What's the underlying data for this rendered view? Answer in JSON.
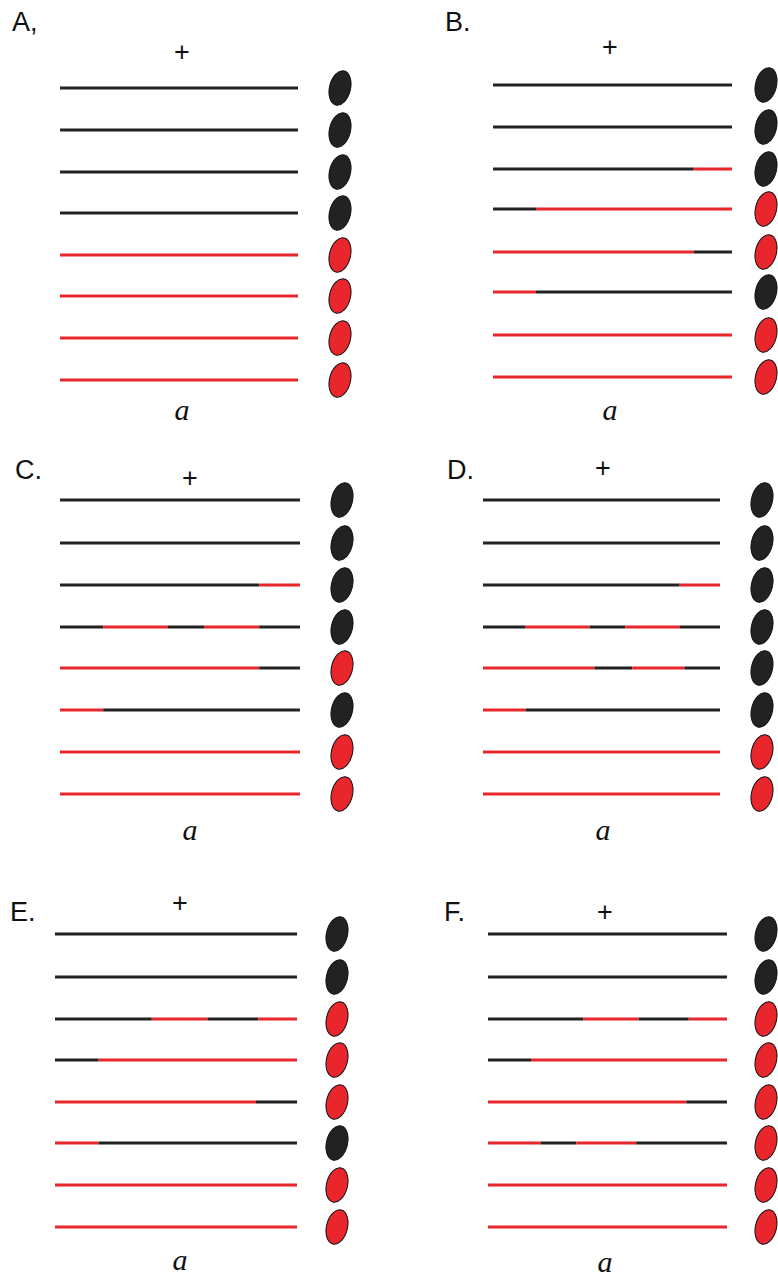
{
  "diagram": {
    "labels": [
      "A,",
      "+",
      "a",
      "B.",
      "+",
      "a",
      "C.",
      "+",
      "a",
      "D.",
      "+",
      "a",
      "E.",
      "+",
      "a",
      "F.",
      "+",
      "a"
    ]
  }
}
